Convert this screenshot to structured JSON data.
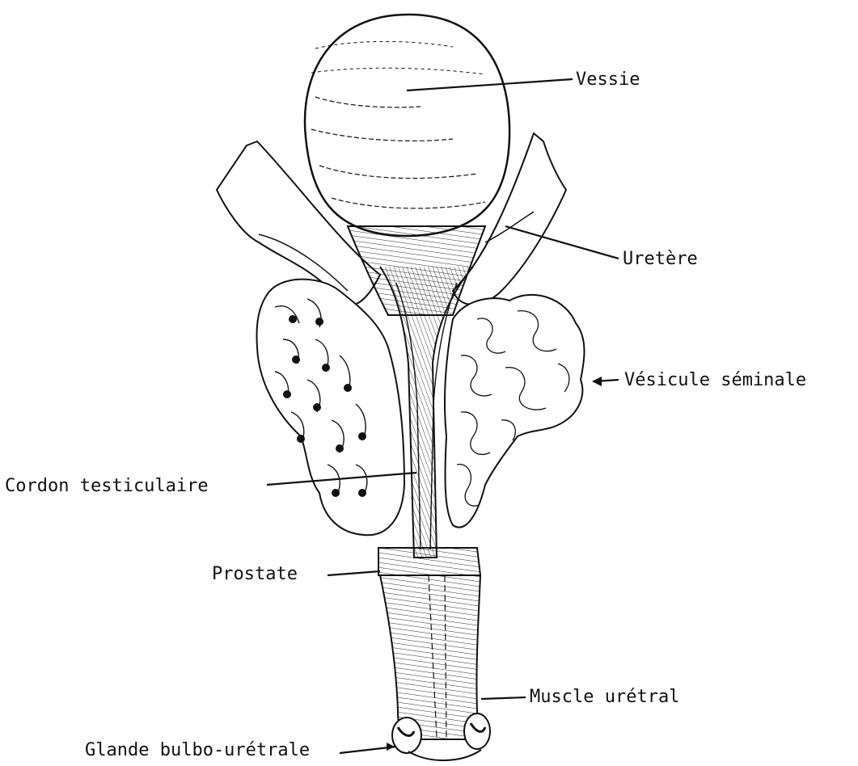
{
  "labels": {
    "vessie": "Vessie",
    "uretere": "Uretère",
    "vesicule_seminale": "Vésicule séminale",
    "cordon_testiculaire": "Cordon testiculaire",
    "prostate": "Prostate",
    "muscle_uretral": "Muscle urétral",
    "glande_bulbo_uretrale": "Glande bulbo-urétrale"
  },
  "colors": {
    "ink": "#111111",
    "background": "#ffffff"
  }
}
